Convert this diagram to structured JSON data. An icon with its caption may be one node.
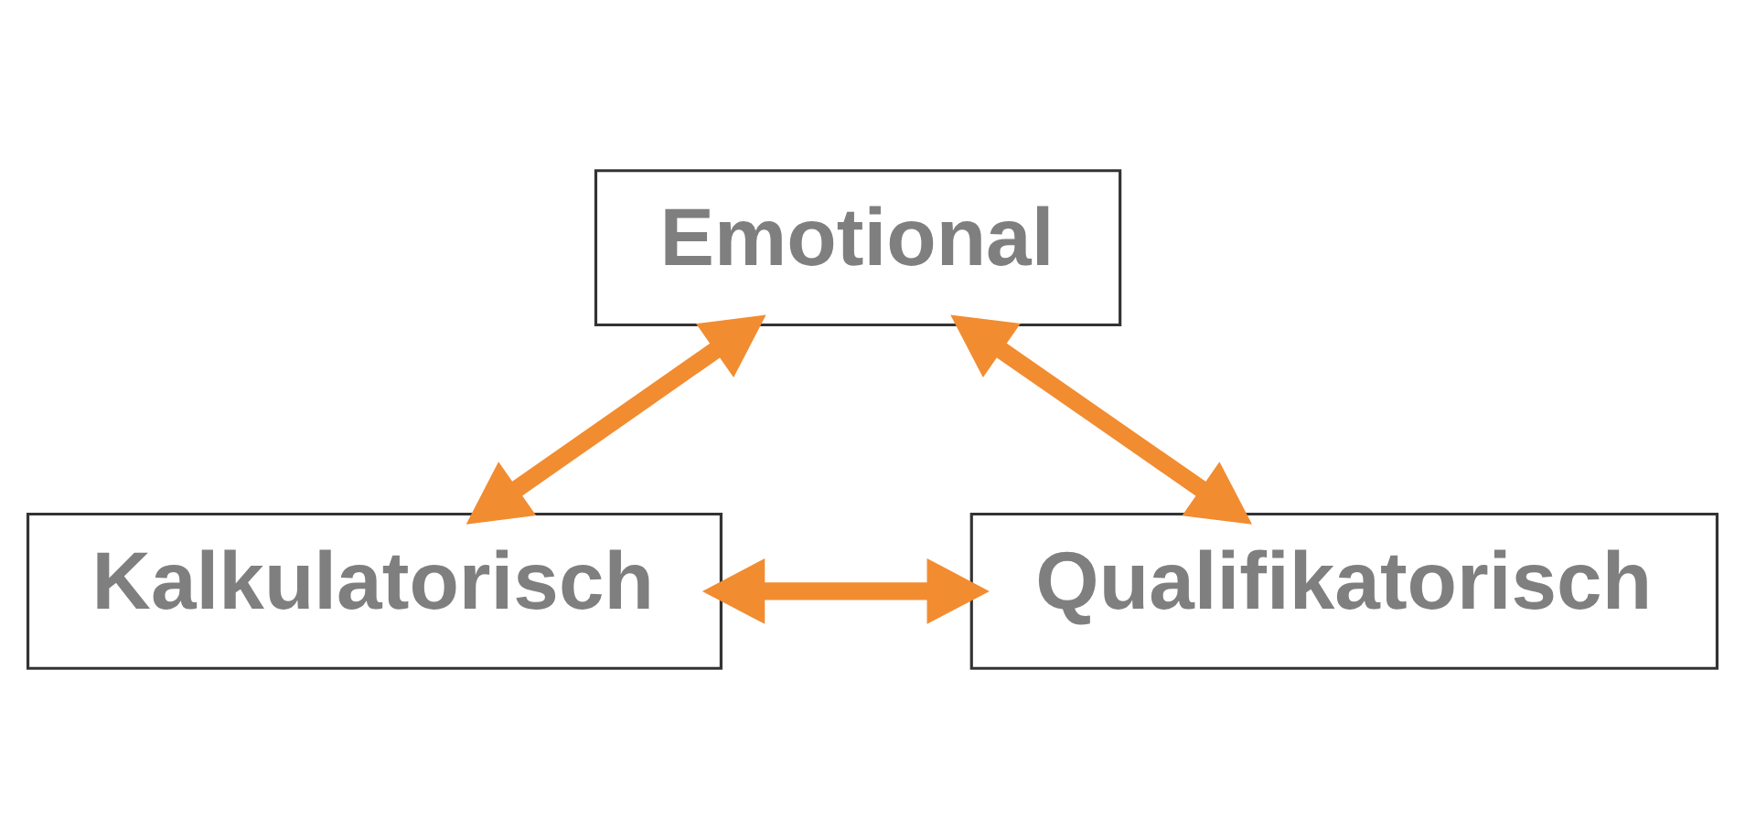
{
  "diagram": {
    "nodes": [
      {
        "text": [
          "Emotional"
        ]
      },
      {
        "text": [
          "Kalkulatorisch"
        ]
      },
      {
        "text": [
          "Qualifikatorisch"
        ]
      }
    ],
    "edges": [
      {
        "from": 0,
        "to": 1,
        "arrow": "both"
      },
      {
        "from": 0,
        "to": 2,
        "arrow": "both"
      },
      {
        "from": 1,
        "to": 2,
        "arrow": "both"
      }
    ]
  }
}
